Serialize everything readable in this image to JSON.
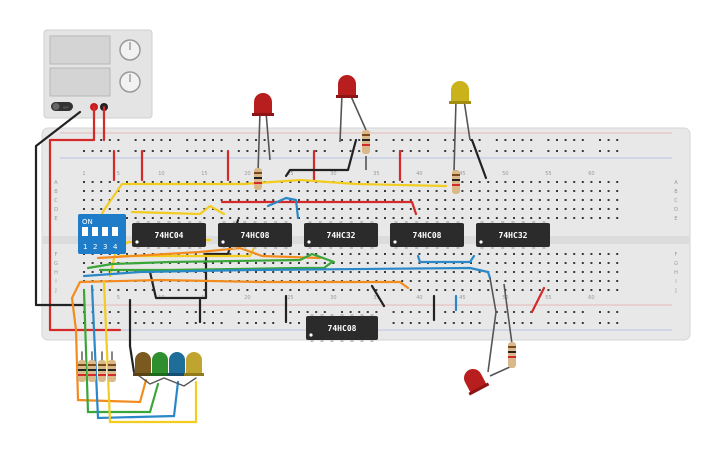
{
  "breadboard": {
    "column_numbers": [
      "1",
      "5",
      "10",
      "15",
      "20",
      "25",
      "30",
      "35",
      "40",
      "45",
      "50",
      "55",
      "60"
    ],
    "row_letters_top": [
      "A",
      "B",
      "C",
      "D",
      "E"
    ],
    "row_letters_bottom": [
      "F",
      "G",
      "H",
      "I",
      "J"
    ]
  },
  "chips": [
    {
      "id": "u1",
      "label": "74HC04"
    },
    {
      "id": "u2",
      "label": "74HC08"
    },
    {
      "id": "u3",
      "label": "74HC32"
    },
    {
      "id": "u4",
      "label": "74HC08"
    },
    {
      "id": "u5",
      "label": "74HC32"
    },
    {
      "id": "u6",
      "label": "74HC08"
    }
  ],
  "dip_switch": {
    "on_label": "ON",
    "numbers": [
      "1",
      "2",
      "3",
      "4"
    ]
  },
  "power_supply": {
    "off_label": "OFF"
  },
  "colors": {
    "red_wire": "#d42a2a",
    "black_wire": "#222222",
    "yellow_wire": "#f2cc1f",
    "orange_wire": "#f28c1f",
    "green_wire": "#3aa63a",
    "blue_wire": "#2a88c8",
    "dip_blue": "#1f7cc8",
    "chip_body": "#2b2b2b",
    "led_red": "#b81e1e",
    "led_yellow": "#c9b21a",
    "led_brown": "#7a5a1e",
    "led_green": "#2f8f2f",
    "led_blue": "#1f6e9a",
    "led_olive": "#bfa530"
  }
}
